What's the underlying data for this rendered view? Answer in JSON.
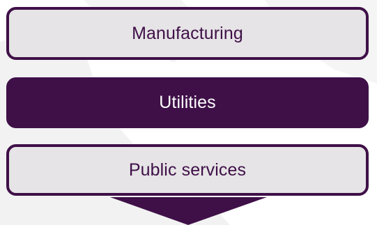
{
  "diagram": {
    "steps": [
      {
        "label": "Manufacturing",
        "highlighted": false
      },
      {
        "label": "Utilities",
        "highlighted": true
      },
      {
        "label": "Public services",
        "highlighted": false
      }
    ],
    "flow_direction": "down"
  },
  "colors": {
    "accent": "#3f1048",
    "box_fill": "#e6e4e6",
    "background": "#ffffff",
    "watermark": "#f0f0f0"
  }
}
